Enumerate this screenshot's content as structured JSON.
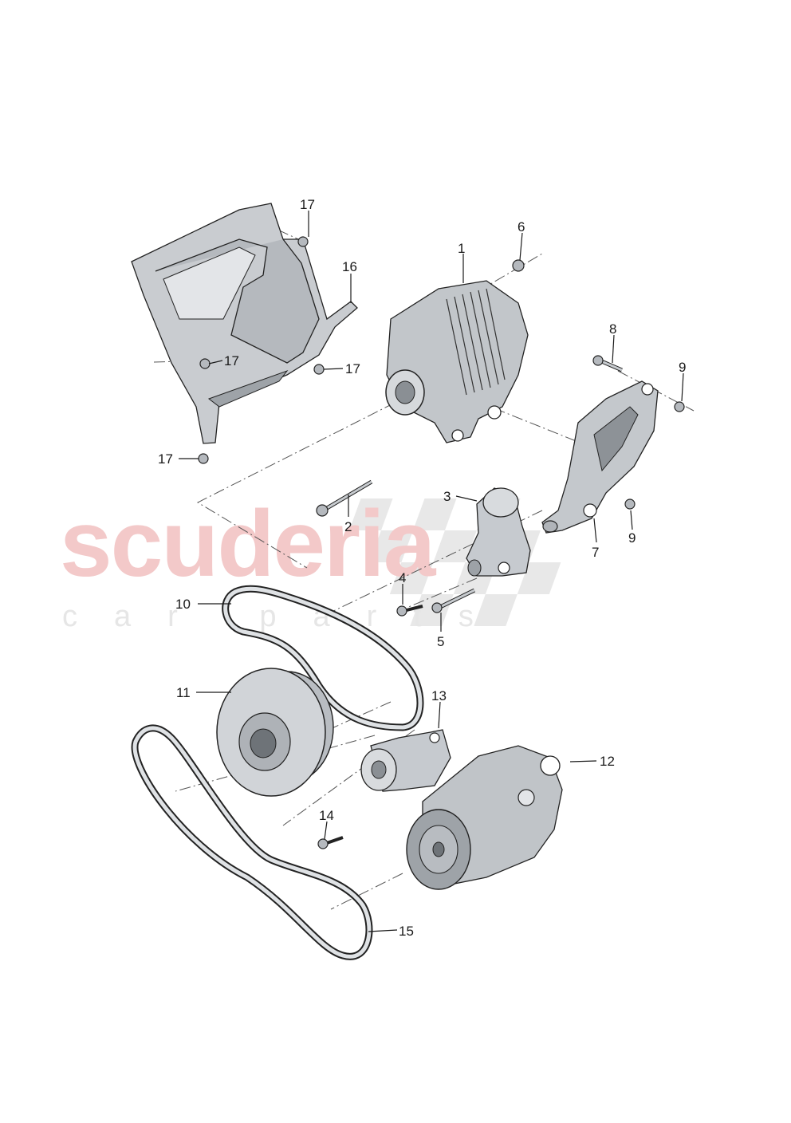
{
  "watermark": {
    "logo": "scuderia",
    "sub": "car parts"
  },
  "labels": {
    "l1": "1",
    "l2": "2",
    "l3": "3",
    "l4": "4",
    "l5": "5",
    "l6": "6",
    "l7": "7",
    "l8": "8",
    "l9a": "9",
    "l9b": "9",
    "l10": "10",
    "l11": "11",
    "l12": "12",
    "l13": "13",
    "l14": "14",
    "l15": "15",
    "l16": "16",
    "l17a": "17",
    "l17b": "17",
    "l17c": "17",
    "l17d": "17"
  },
  "colors": {
    "part_fill": "#cfd2d6",
    "part_dark": "#6e7378",
    "accent_wm": "#f3c9c9"
  }
}
